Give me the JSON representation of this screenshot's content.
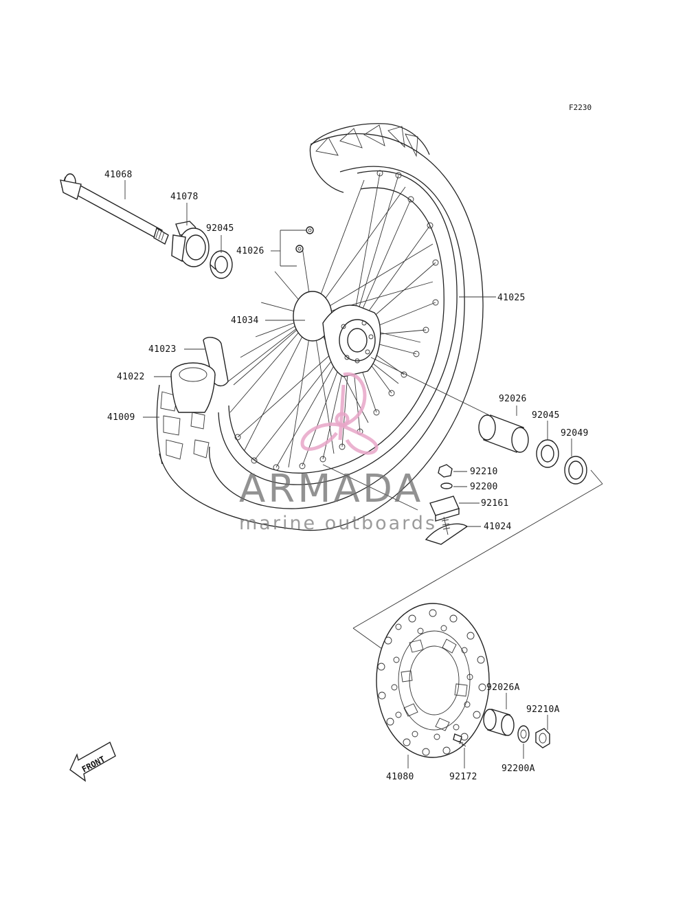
{
  "diagram_code": "F2230",
  "parts": [
    {
      "id": "41068"
    },
    {
      "id": "41078"
    },
    {
      "id": "92045"
    },
    {
      "id": "41026"
    },
    {
      "id": "41034"
    },
    {
      "id": "41025"
    },
    {
      "id": "41023"
    },
    {
      "id": "41022"
    },
    {
      "id": "41009"
    },
    {
      "id": "92026"
    },
    {
      "id": "92045"
    },
    {
      "id": "92049"
    },
    {
      "id": "92210"
    },
    {
      "id": "92200"
    },
    {
      "id": "92161"
    },
    {
      "id": "41024"
    },
    {
      "id": "92026A"
    },
    {
      "id": "92210A"
    },
    {
      "id": "41080"
    },
    {
      "id": "92172"
    },
    {
      "id": "92200A"
    }
  ],
  "watermark": {
    "brand": "ARMADA",
    "tagline": "marine outboards",
    "logo_color": "#e8a6c8",
    "text_color": "#707070"
  },
  "front_badge": "FRONT"
}
